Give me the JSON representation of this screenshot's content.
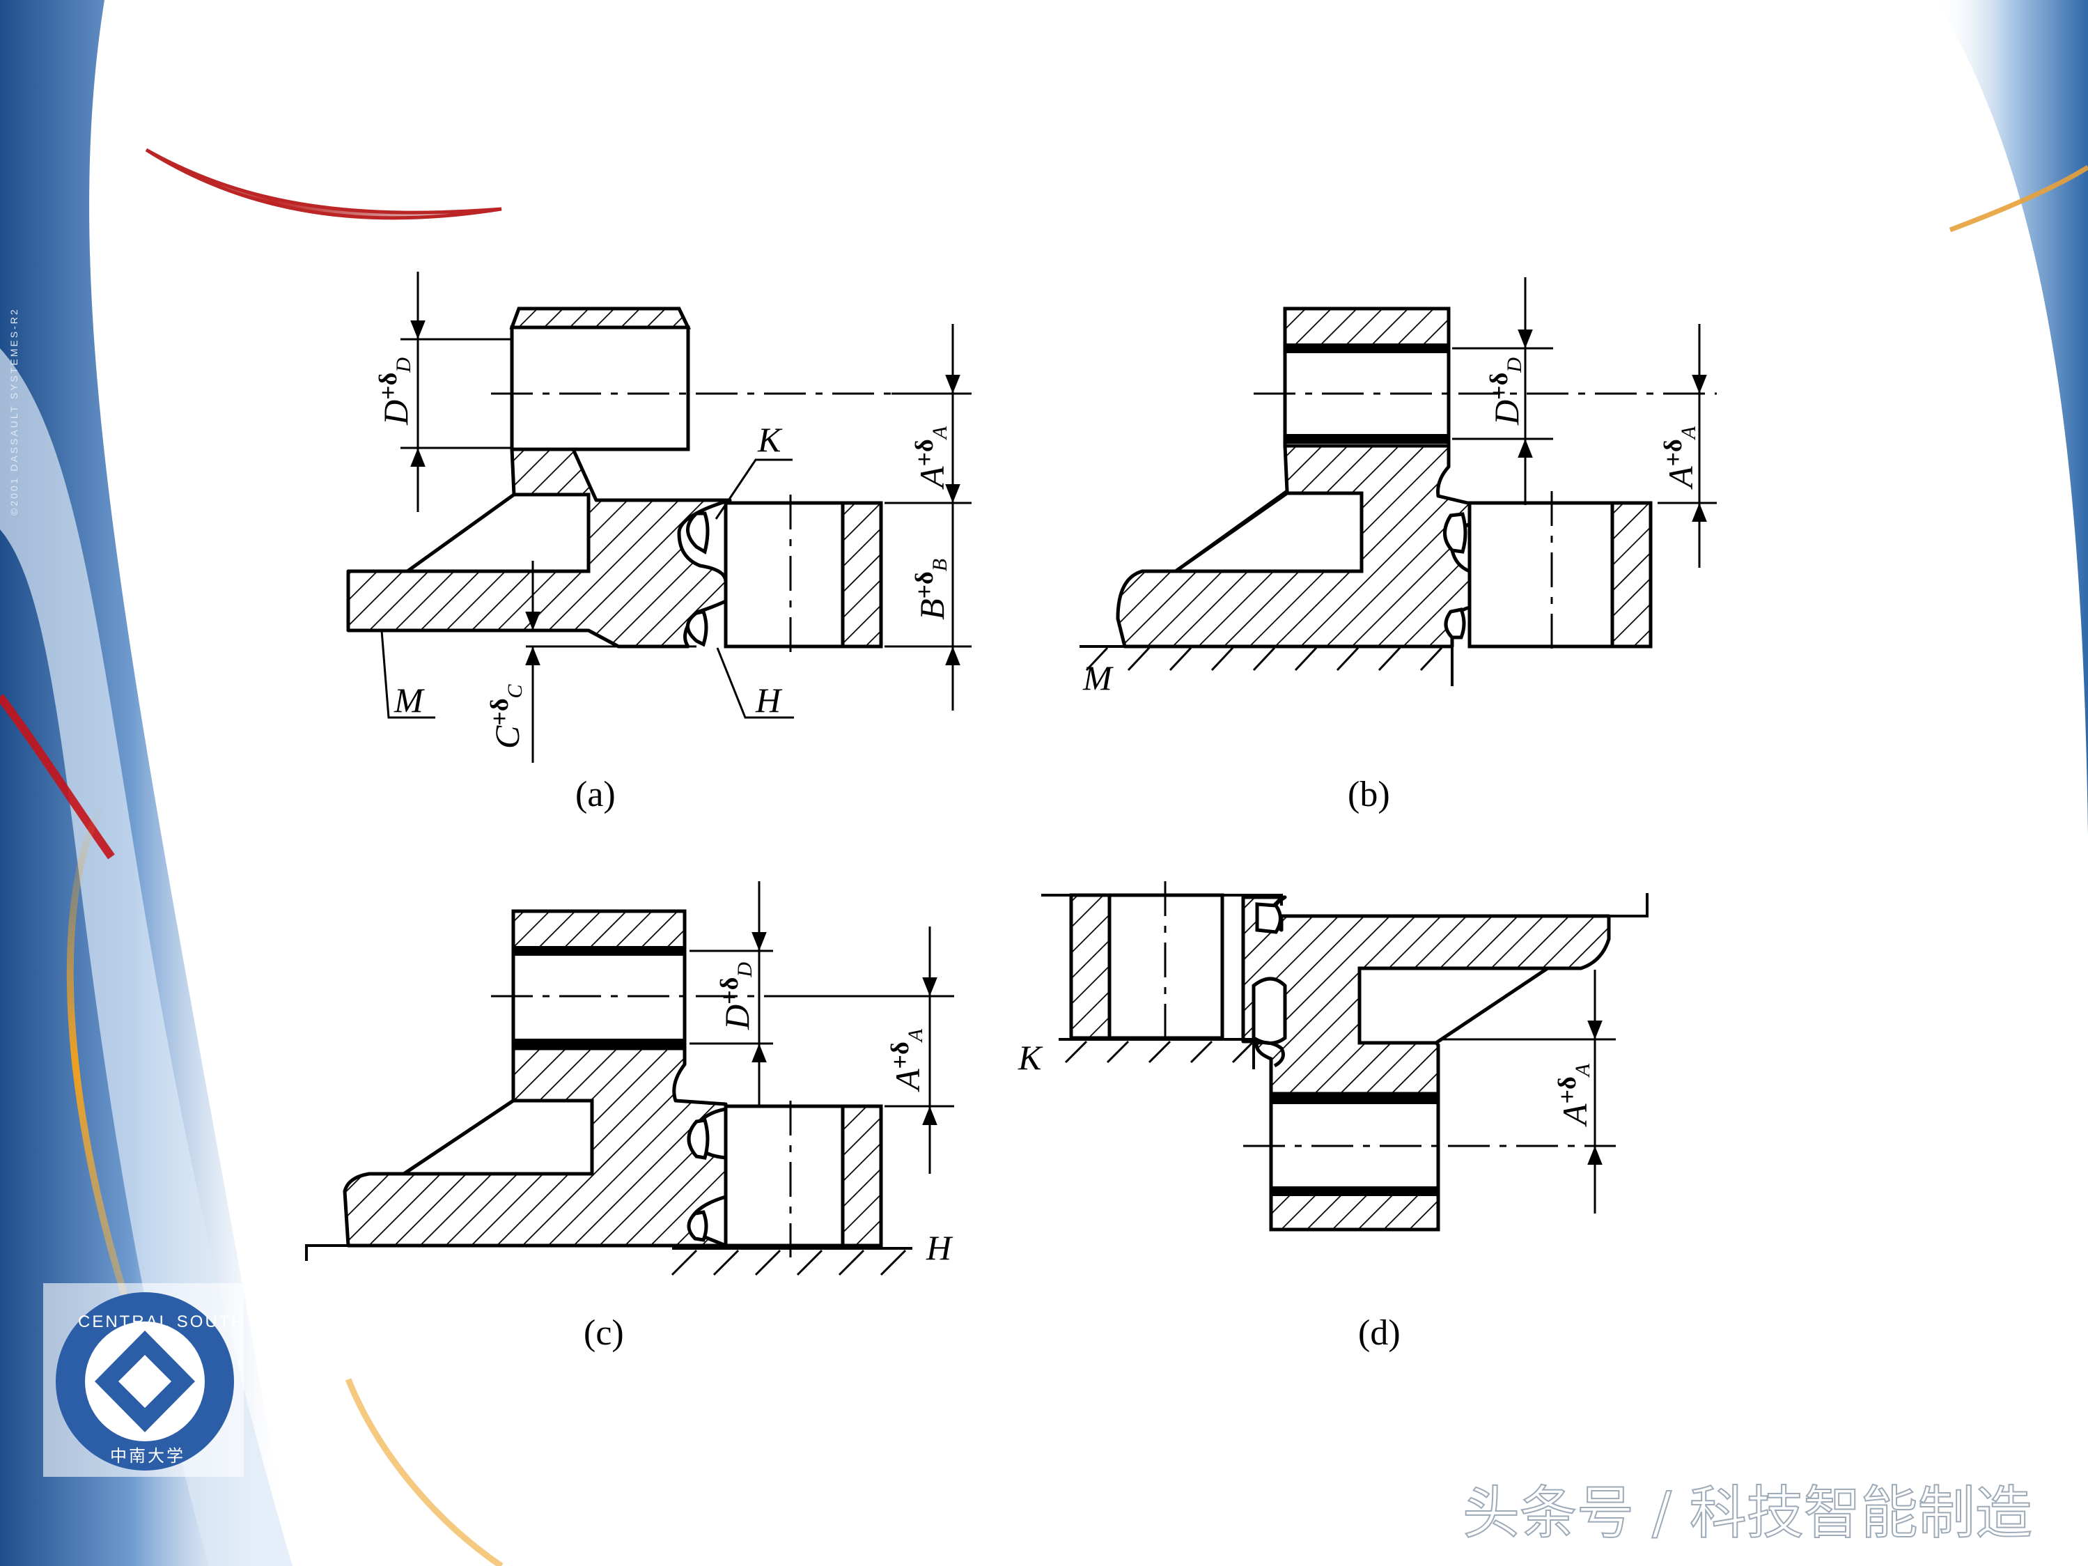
{
  "brand": {
    "copyright_strip": "©2001 DASSAULT SYSTEMES-R2",
    "logo_ring_text": "CENTRAL SOUTH UNIVERSITY",
    "logo_chinese": "中南大学"
  },
  "watermark": {
    "text": "头条号 / 科技智能制造"
  },
  "figures": {
    "a": {
      "caption": "(a)",
      "labels": {
        "K": "K",
        "H": "H",
        "M": "M"
      },
      "dims": {
        "D": {
          "base": "D",
          "plus": "+",
          "delta": "δ",
          "sub": "D"
        },
        "A": {
          "base": "A",
          "plus": "+",
          "delta": "δ",
          "sub": "A"
        },
        "B": {
          "base": "B",
          "plus": "+",
          "delta": "δ",
          "sub": "B"
        },
        "C": {
          "base": "C",
          "plus": "+",
          "delta": "δ",
          "sub": "C"
        }
      }
    },
    "b": {
      "caption": "(b)",
      "labels": {
        "M": "M"
      },
      "dims": {
        "D": {
          "base": "D",
          "plus": "+",
          "delta": "δ",
          "sub": "D"
        },
        "A": {
          "base": "A",
          "plus": "+",
          "delta": "δ",
          "sub": "A"
        }
      }
    },
    "c": {
      "caption": "(c)",
      "labels": {
        "H": "H"
      },
      "dims": {
        "D": {
          "base": "D",
          "plus": "+",
          "delta": "δ",
          "sub": "D"
        },
        "A": {
          "base": "A",
          "plus": "+",
          "delta": "δ",
          "sub": "A"
        }
      }
    },
    "d": {
      "caption": "(d)",
      "labels": {
        "K": "K"
      },
      "dims": {
        "A": {
          "base": "A",
          "plus": "+",
          "delta": "δ",
          "sub": "A"
        }
      }
    }
  }
}
